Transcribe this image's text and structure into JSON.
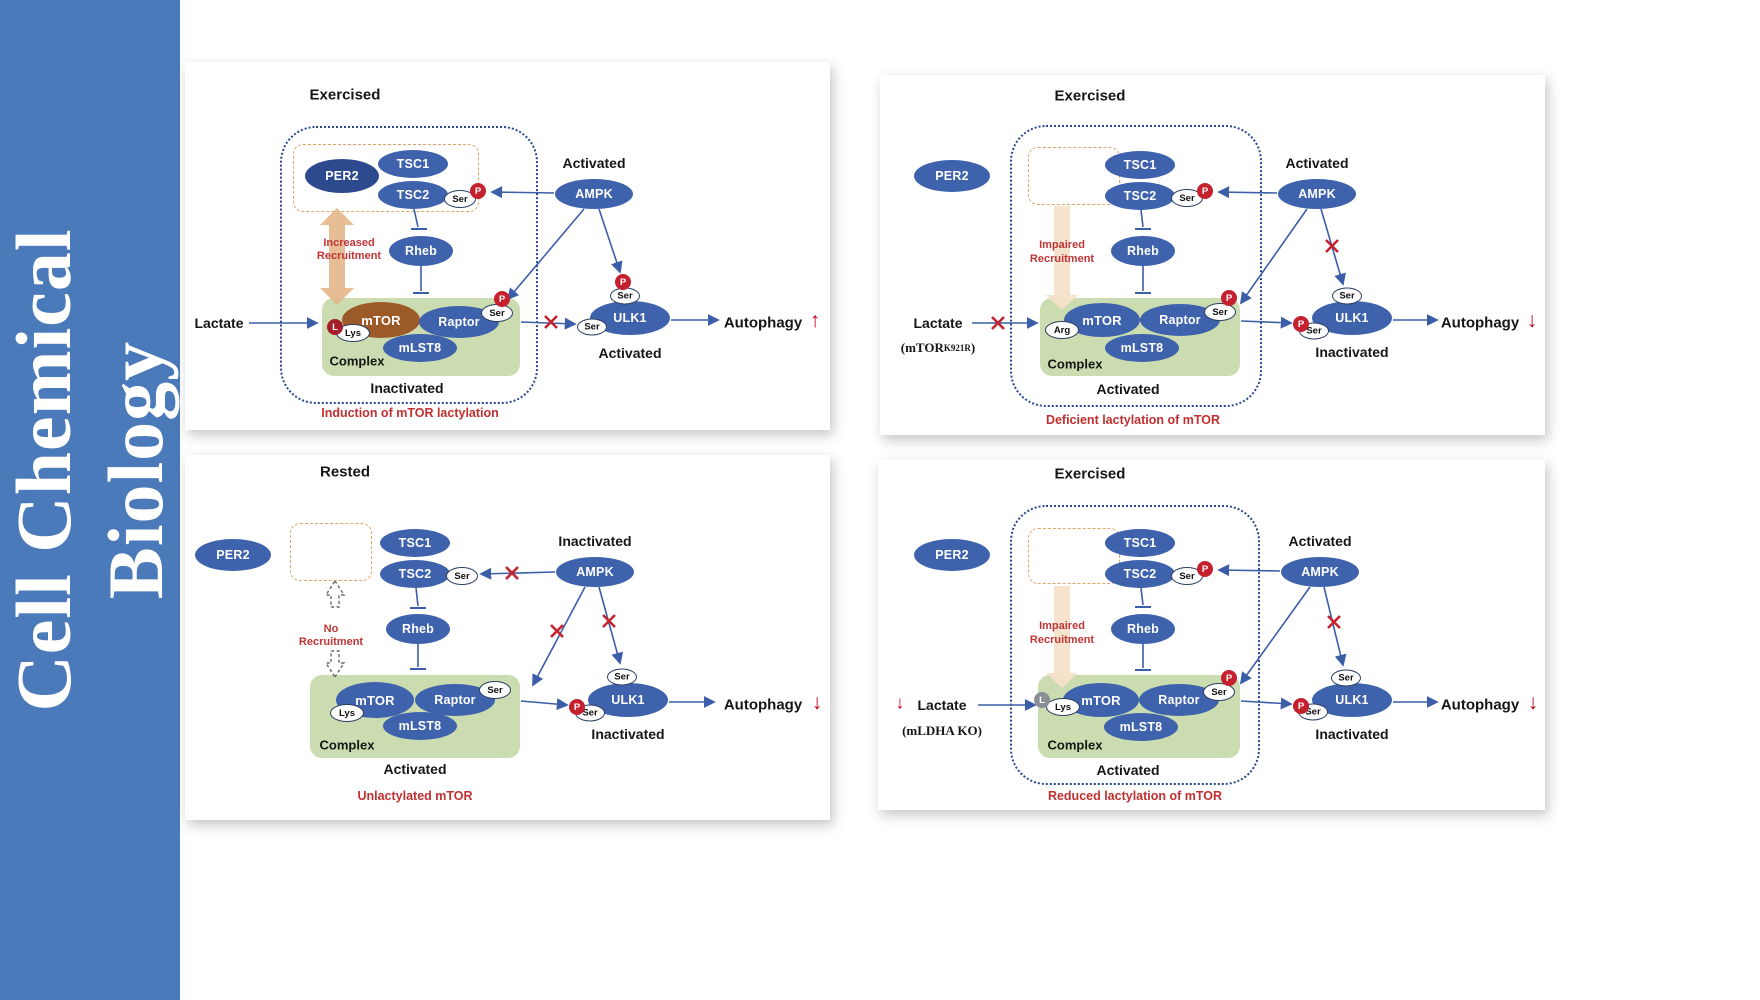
{
  "sidebar": {
    "line1": "Cell Chemical",
    "line2": "Biology"
  },
  "panels": {
    "p1": {
      "title": "Exercised",
      "per2": "PER2",
      "tsc1": "TSC1",
      "tsc2": "TSC2",
      "ser": "Ser",
      "p": "P",
      "ampk": "AMPK",
      "ampk_state": "Activated",
      "recruit_line1": "Increased",
      "recruit_line2": "Recruitment",
      "rheb": "Rheb",
      "lactate": "Lactate",
      "l_badge": "L",
      "lys": "Lys",
      "mtor": "mTOR",
      "raptor": "Raptor",
      "mlst8": "mLST8",
      "complex": "Complex",
      "complex_state": "Inactivated",
      "ulk1": "ULK1",
      "ulk1_state": "Activated",
      "autophagy": "Autophagy",
      "autophagy_arrow": "↑",
      "caption": "Induction of mTOR lactylation"
    },
    "p2": {
      "title": "Exercised",
      "per2": "PER2",
      "tsc1": "TSC1",
      "tsc2": "TSC2",
      "ser": "Ser",
      "p": "P",
      "ampk": "AMPK",
      "ampk_state": "Activated",
      "recruit_line1": "Impaired",
      "recruit_line2": "Recruitment",
      "rheb": "Rheb",
      "lactate": "Lactate",
      "mutant_pre": "(mTOR",
      "mutant_sup": "K921R",
      "mutant_post": ")",
      "arg": "Arg",
      "mtor": "mTOR",
      "raptor": "Raptor",
      "mlst8": "mLST8",
      "complex": "Complex",
      "complex_state": "Activated",
      "ulk1": "ULK1",
      "ulk1_state": "Inactivated",
      "autophagy": "Autophagy",
      "autophagy_arrow": "↓",
      "caption": "Deficient lactylation of mTOR"
    },
    "p3": {
      "title": "Rested",
      "per2": "PER2",
      "tsc1": "TSC1",
      "tsc2": "TSC2",
      "ser": "Ser",
      "p": "P",
      "ampk": "AMPK",
      "ampk_state": "Inactivated",
      "recruit_line1": "No",
      "recruit_line2": "Recruitment",
      "rheb": "Rheb",
      "lys": "Lys",
      "mtor": "mTOR",
      "raptor": "Raptor",
      "mlst8": "mLST8",
      "complex": "Complex",
      "complex_state": "Activated",
      "ulk1": "ULK1",
      "ulk1_state": "Inactivated",
      "autophagy": "Autophagy",
      "autophagy_arrow": "↓",
      "caption": "Unlactylated mTOR"
    },
    "p4": {
      "title": "Exercised",
      "per2": "PER2",
      "tsc1": "TSC1",
      "tsc2": "TSC2",
      "ser": "Ser",
      "p": "P",
      "ampk": "AMPK",
      "ampk_state": "Activated",
      "recruit_line1": "Impaired",
      "recruit_line2": "Recruitment",
      "rheb": "Rheb",
      "lactate": "Lactate",
      "lactate_arrow": "↓",
      "ko": "(mLDHA KO)",
      "l_badge": "L",
      "lys": "Lys",
      "mtor": "mTOR",
      "raptor": "Raptor",
      "mlst8": "mLST8",
      "complex": "Complex",
      "complex_state": "Activated",
      "ulk1": "ULK1",
      "ulk1_state": "Inactivated",
      "autophagy": "Autophagy",
      "autophagy_arrow": "↓",
      "caption": "Reduced lactylation of mTOR"
    }
  }
}
